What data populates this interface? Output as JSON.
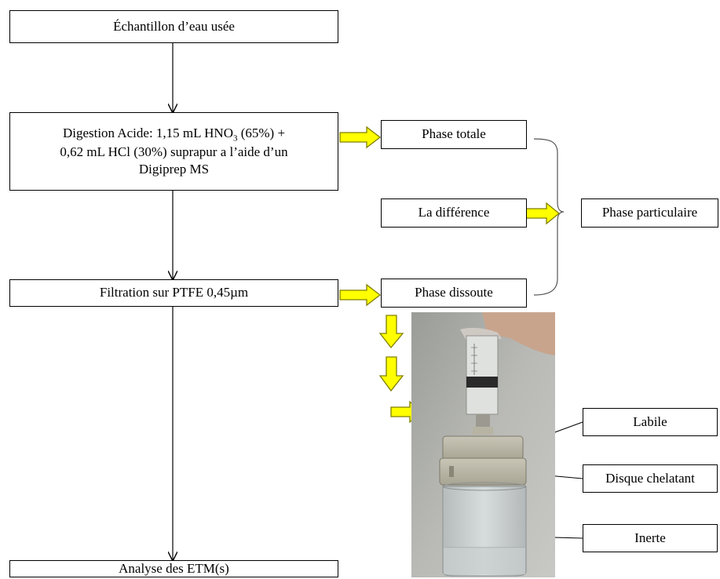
{
  "flow": {
    "sample": "Échantillon d’eau usée",
    "digestion_line1": "Digestion Acide:  1,15 mL HNO",
    "digestion_sub": "3",
    "digestion_line1_tail": " (65%) +",
    "digestion_line2": "0,62 mL HCl (30%) suprapur  a l’aide d’un",
    "digestion_line3": "Digiprep  MS",
    "filtration": "Filtration sur PTFE 0,45µm",
    "analysis": "Analyse des ETM(s)"
  },
  "phases": {
    "total": "Phase totale",
    "difference": "La différence",
    "particulate": "Phase particulaire",
    "dissolved": "Phase dissoute"
  },
  "device_labels": {
    "labile": "Labile",
    "chelating_disk": "Disque chelatant",
    "inert": "Inerte"
  },
  "colors": {
    "arrow_fill": "#ffff00",
    "arrow_stroke": "#7f7f00",
    "line": "#000000"
  }
}
